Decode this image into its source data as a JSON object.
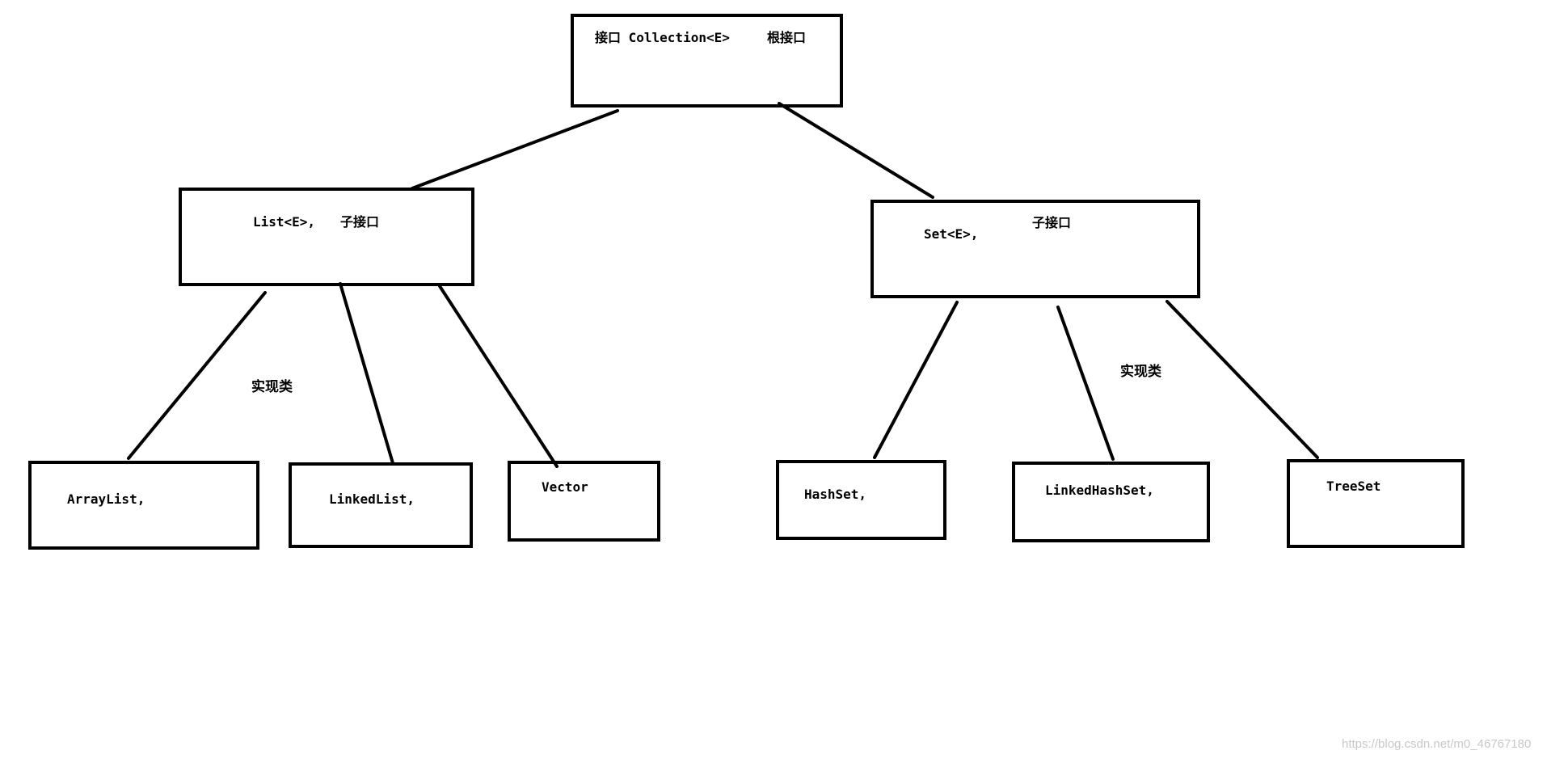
{
  "diagram": {
    "root": {
      "left_text": "接口 Collection<E>",
      "right_text": "根接口"
    },
    "list_node": {
      "left_text": "List<E>,",
      "right_text": "子接口"
    },
    "set_node": {
      "left_text": "Set<E>,",
      "right_text": "子接口"
    },
    "list_impl_note": "实现类",
    "set_impl_note": "实现类",
    "leaves": {
      "arraylist": "ArrayList,",
      "linkedlist": "LinkedList,",
      "vector": "Vector",
      "hashset": "HashSet,",
      "linkedhashset": "LinkedHashSet,",
      "treeset": "TreeSet"
    }
  },
  "watermark": "https://blog.csdn.net/m0_46767180",
  "colors": {
    "line": "#000000",
    "background": "#ffffff",
    "watermark": "#c8c8c8"
  }
}
